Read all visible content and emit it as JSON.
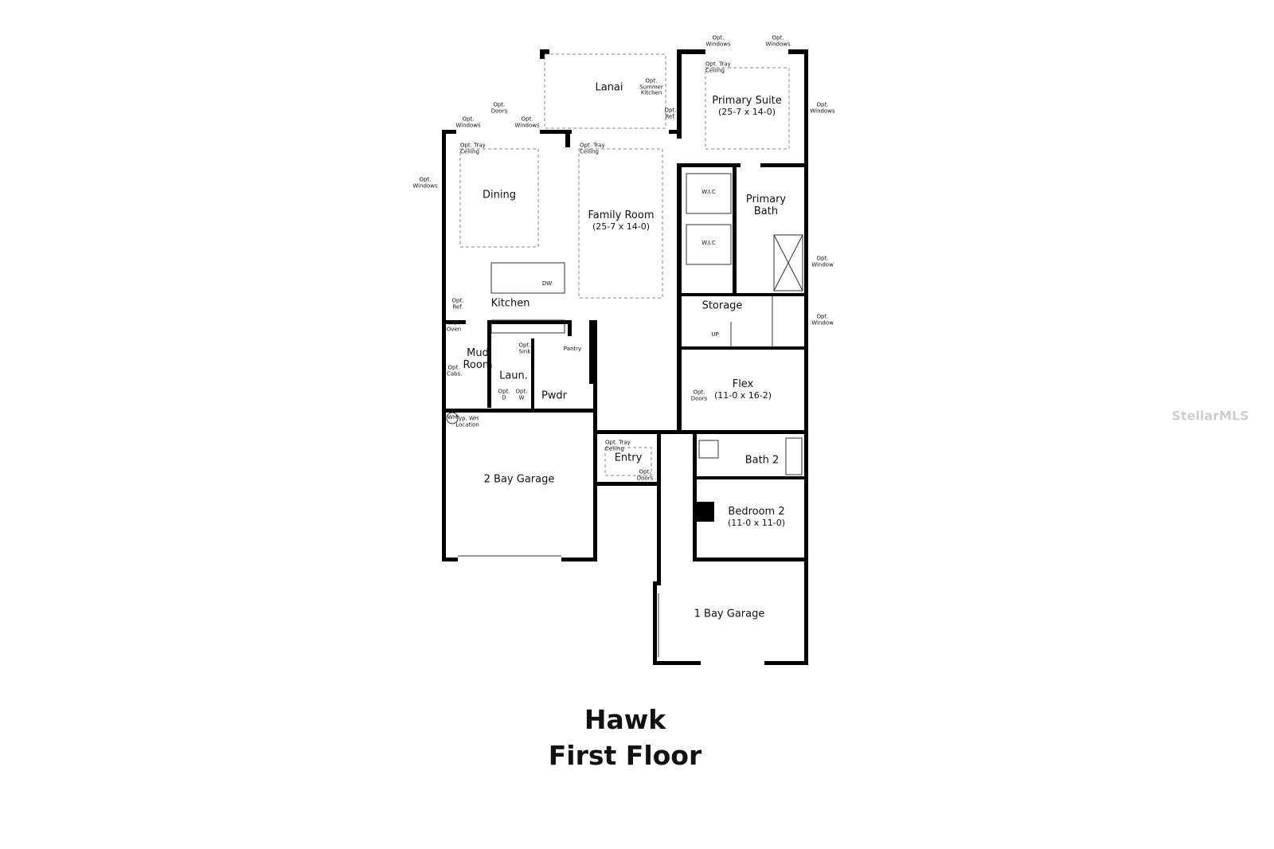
{
  "plan": {
    "name": "Hawk",
    "floor": "First Floor",
    "watermark": "StellarMLS",
    "colors": {
      "wall": "#000000",
      "background": "#ffffff",
      "dashed": "#888888"
    },
    "rooms": {
      "lanai": {
        "name": "Lanai"
      },
      "primary_suite": {
        "name": "Primary Suite",
        "dims": "(25-7 x 14-0)"
      },
      "dining": {
        "name": "Dining"
      },
      "family_room": {
        "name": "Family Room",
        "dims": "(25-7 x 14-0)"
      },
      "primary_bath": {
        "name": "Primary Bath"
      },
      "kitchen": {
        "name": "Kitchen"
      },
      "storage": {
        "name": "Storage"
      },
      "mud_room": {
        "name": "Mud Room"
      },
      "laundry": {
        "name": "Laun."
      },
      "pantry": {
        "name": "Pantry"
      },
      "powder": {
        "name": "Pwdr"
      },
      "flex": {
        "name": "Flex",
        "dims": "(11-0 x 16-2)"
      },
      "entry": {
        "name": "Entry"
      },
      "bath2": {
        "name": "Bath 2"
      },
      "bedroom2": {
        "name": "Bedroom 2",
        "dims": "(11-0 x 11-0)"
      },
      "garage2": {
        "name": "2 Bay Garage"
      },
      "garage1": {
        "name": "1 Bay Garage"
      }
    },
    "notes": {
      "windows_top1": "Opt. Windows",
      "windows_top2": "Opt. Windows",
      "tray_primary": "Opt. Tray Ceiling",
      "windows_primary": "Opt. Windows",
      "summer_kitchen": "Opt. Summer Kitchen",
      "opt_ref_lanai": "Opt. Ref.",
      "doors_dining": "Opt. Doors",
      "windows_dining_l": "Opt. Windows",
      "windows_dining_r": "Opt. Windows",
      "tray_dining": "Opt. Tray Ceiling",
      "tray_family": "Opt. Tray Ceiling",
      "windows_left": "Opt. Windows",
      "wic1": "W.I.C",
      "wic2": "W.I.C",
      "window_bath": "Opt. Window",
      "window_storage": "Opt. Window",
      "dw": "DW",
      "opt_ref_kitchen": "Opt. Ref.",
      "wall_oven": "Wall Oven",
      "opt_sink": "Opt. Sink",
      "opt_cabs": "Opt. Cabs.",
      "opt_d": "Opt. D",
      "opt_w": "Opt. W",
      "wh": "WH",
      "wh_location": "Typ. WH Location",
      "up": "UP",
      "doors_flex": "Opt. Doors",
      "tray_entry": "Opt. Tray Ceiling",
      "doors_entry": "Opt. Doors"
    }
  }
}
